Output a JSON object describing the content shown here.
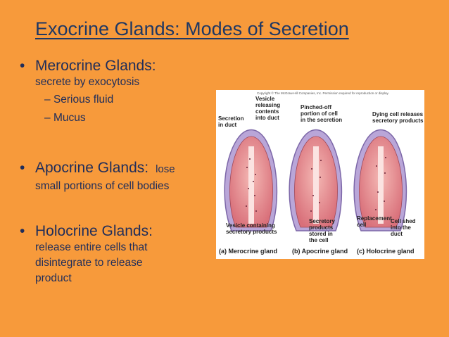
{
  "title": "Exocrine Glands:  Modes of Secretion",
  "bullets": {
    "merocrine": {
      "heading": "Merocrine Glands:",
      "desc": "secrete by exocytosis",
      "items": [
        "Serious fluid",
        "Mucus"
      ]
    },
    "apocrine": {
      "heading": "Apocrine Glands:",
      "inline": "lose",
      "desc": "small portions of cell bodies"
    },
    "holocrine": {
      "heading": "Holocrine Glands:",
      "desc_lines": [
        "release entire cells that",
        "disintegrate to release",
        "product"
      ]
    }
  },
  "figure": {
    "copyright": "Copyright © The McGraw-Hill Companies, Inc. Permission required for reproduction or display.",
    "labels": {
      "secretion": [
        "Secretion",
        "in duct"
      ],
      "vesicle_releasing": [
        "Vesicle",
        "releasing",
        "contents",
        "into duct"
      ],
      "pinched_off": [
        "Pinched-off",
        "portion of cell",
        "in the secretion"
      ],
      "dying_cell": [
        "Dying cell releases",
        "secretory products"
      ],
      "vesicle_containing": [
        "Vesicle containing",
        "secretory products"
      ],
      "secretory_stored": [
        "Secretory",
        "products",
        "stored in",
        "the cell"
      ],
      "replacement": [
        "Replacement",
        "cell"
      ],
      "cell_shed": [
        "Cell shed",
        "into the",
        "duct"
      ]
    },
    "captions": {
      "a": "(a) Merocrine gland",
      "b": "(b) Apocrine gland",
      "c": "(c) Holocrine gland"
    }
  },
  "colors": {
    "background": "#f79a3b",
    "text": "#1f2d5a",
    "cell": "#e8888a",
    "membrane": "#9a86c4"
  }
}
